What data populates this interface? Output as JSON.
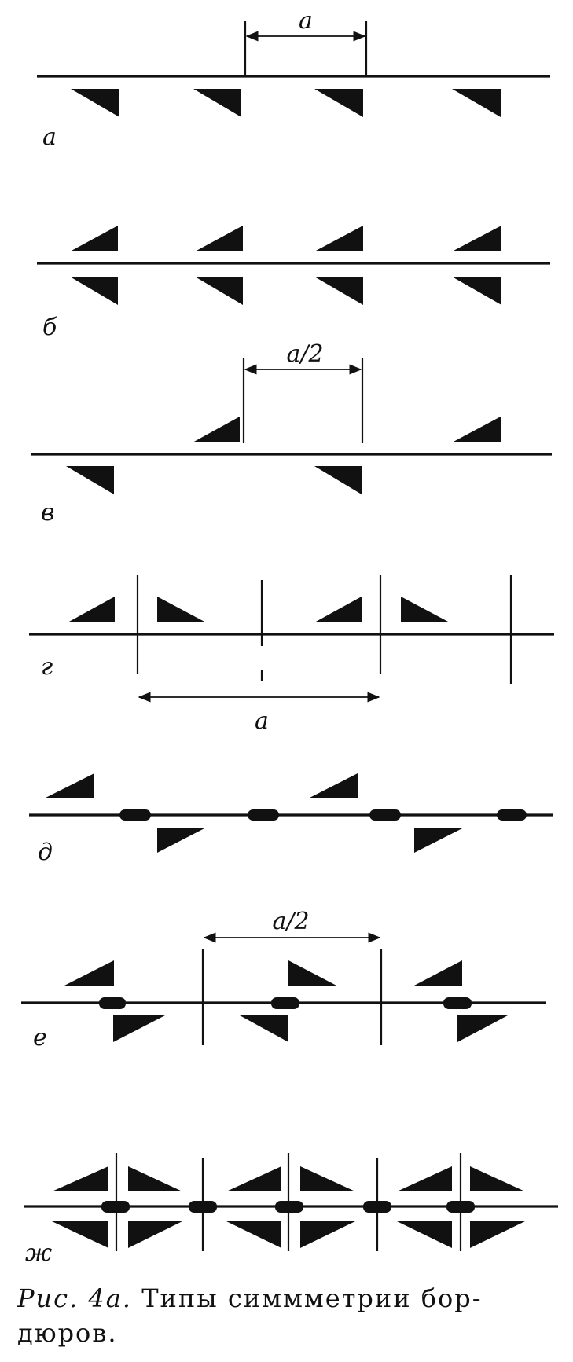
{
  "panels": [
    {
      "id": "a",
      "label": "а",
      "dimension": "a"
    },
    {
      "id": "b",
      "label": "б",
      "dimension": ""
    },
    {
      "id": "v",
      "label": "в",
      "dimension": "a/2"
    },
    {
      "id": "g",
      "label": "г",
      "dimension": "a"
    },
    {
      "id": "d",
      "label": "д",
      "dimension": ""
    },
    {
      "id": "e",
      "label": "е",
      "dimension": "a/2"
    },
    {
      "id": "zh",
      "label": "ж",
      "dimension": ""
    }
  ],
  "caption": {
    "figure": "Рис. 4а.",
    "text": "Типы симмметрии бор-дюров."
  },
  "colors": {
    "ink": "#111111",
    "paper": "#ffffff"
  }
}
